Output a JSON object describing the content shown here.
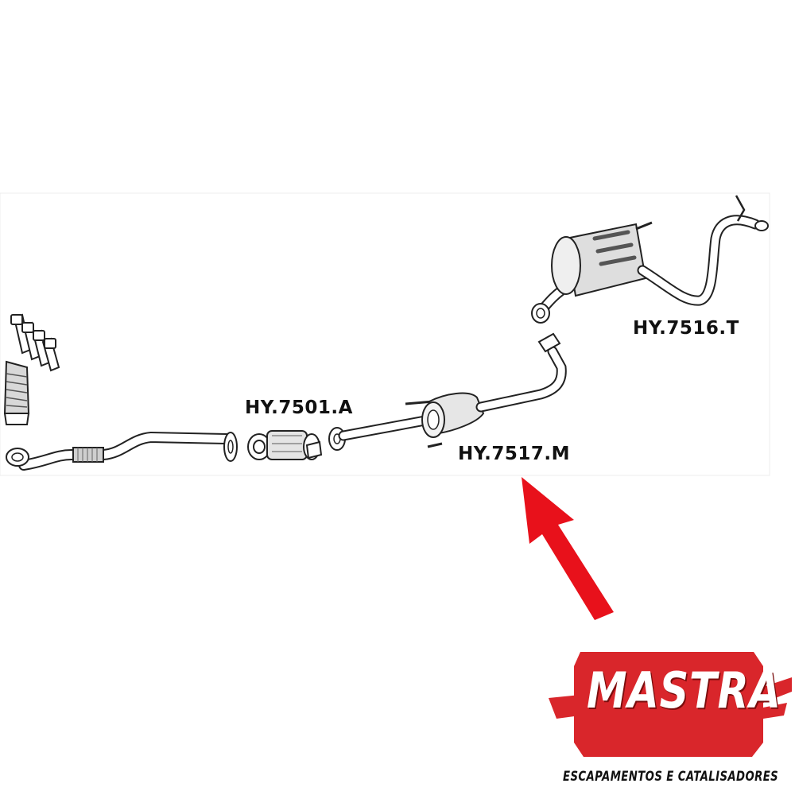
{
  "parts": {
    "catalytic_converter": "HY.7501.A",
    "middle_section": "HY.7517.M",
    "rear_muffler": "HY.7516.T"
  },
  "logo": {
    "brand": "MASTRA",
    "tagline": "ESCAPAMENTOS E CATALISADORES",
    "color": "#d9262b"
  },
  "arrow_color": "#e8111b"
}
